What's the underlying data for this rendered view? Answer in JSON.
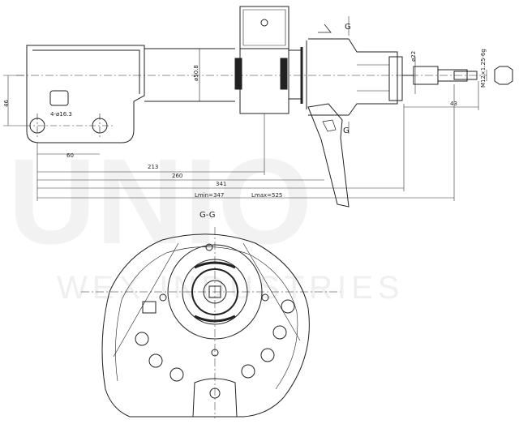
{
  "watermark": {
    "brand": "UNIO",
    "subtitle": "WEX INDUSTRIES"
  },
  "section_labels": {
    "cut_top": "G",
    "cut_bottom": "G",
    "view_title": "G-G"
  },
  "dimensions": {
    "height_46": "46",
    "holes": "4-ø16.3",
    "rod_dia": "ø50.8",
    "mount_dia": "ø22",
    "thread": "M12×1.25-6g",
    "d43": "43",
    "d60": "60",
    "d213": "213",
    "d260": "260",
    "d341": "341",
    "lmin": "Lmin=347",
    "lmax": "Lmax=525"
  }
}
